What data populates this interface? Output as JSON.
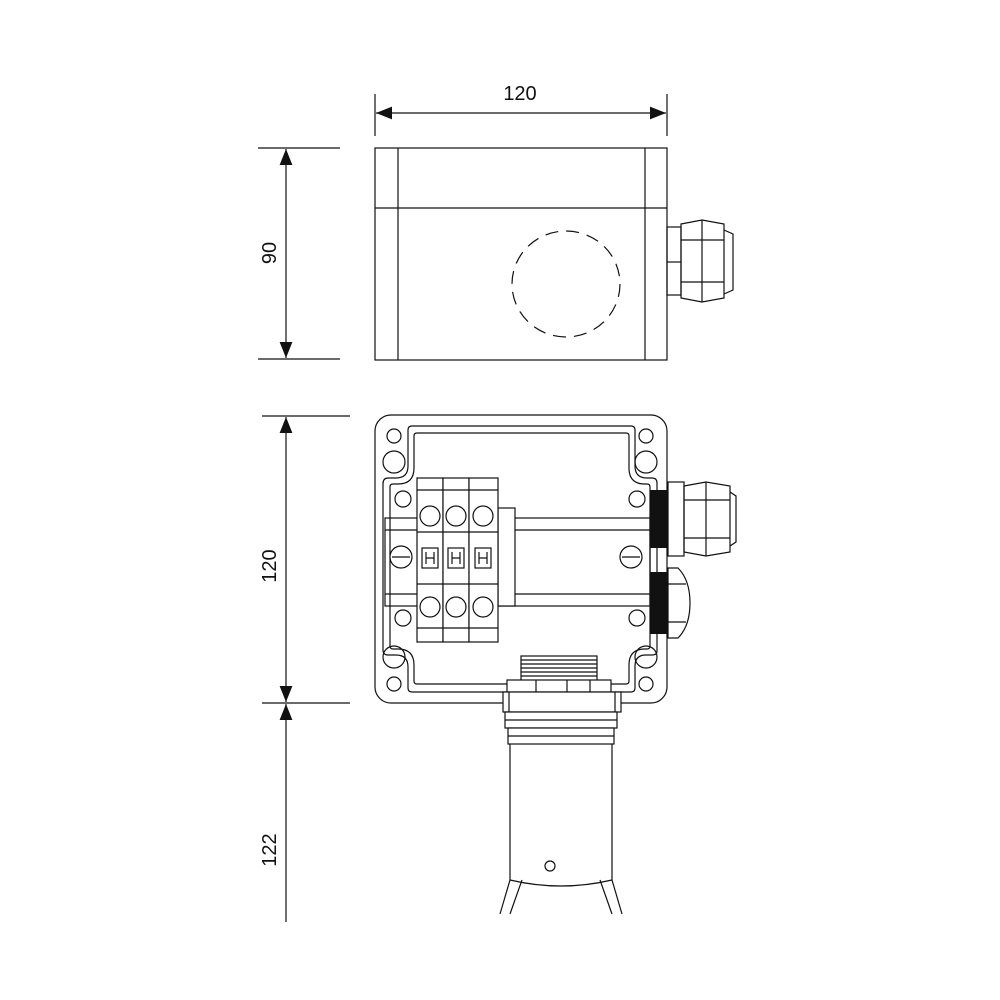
{
  "dimensions": {
    "top_width": "120",
    "side_height": "90",
    "front_height": "120",
    "pipe_length": "122"
  }
}
